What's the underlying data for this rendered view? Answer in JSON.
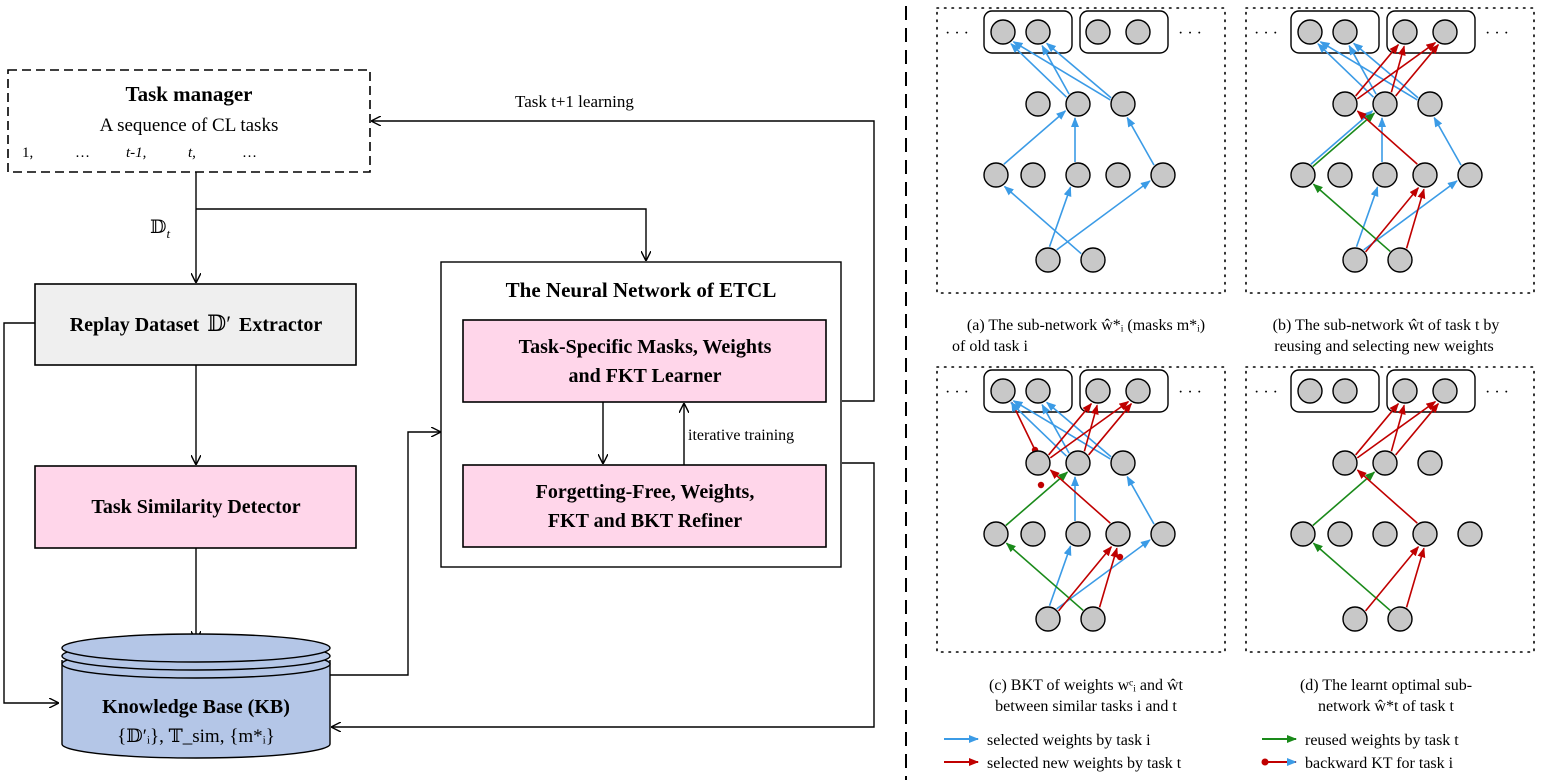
{
  "left": {
    "task_manager": {
      "title": "Task manager",
      "subtitle": "A sequence of CL tasks",
      "seq": [
        "1,",
        "…",
        "t-1,",
        "t,",
        "…"
      ]
    },
    "feedback_label": "Task t+1 learning",
    "data_label": "𝔻",
    "data_label_sub": "t",
    "replay": {
      "label_a": "Replay Dataset",
      "symbol": "𝔻′",
      "label_b": "Extractor"
    },
    "similarity": {
      "label": "Task Similarity Detector"
    },
    "kb": {
      "title": "Knowledge Base (KB)",
      "contents": "{𝔻′ᵢ},  𝕋_sim,  {m*ᵢ}"
    },
    "network": {
      "title": "The Neural Network of ETCL",
      "learner": [
        "Task-Specific Masks, Weights",
        "and FKT Learner"
      ],
      "refiner": [
        "Forgetting-Free, Weights,",
        "FKT and BKT Refiner"
      ],
      "iterative": "iterative training"
    }
  },
  "right": {
    "panels": [
      {
        "id": "a",
        "caption": [
          "(a) The sub-network ŵ*ᵢ (masks m*ᵢ)",
          "of old task i"
        ]
      },
      {
        "id": "b",
        "caption": [
          "(b) The sub-network ŵt of task t by",
          "reusing and selecting new weights"
        ]
      },
      {
        "id": "c",
        "caption": [
          "(c) BKT of weights wᶜᵢ and ŵt",
          "between similar tasks i and t"
        ]
      },
      {
        "id": "d",
        "caption": [
          "(d) The learnt optimal sub-",
          "network ŵ*t of task t"
        ]
      }
    ],
    "ellipsis": "· · ·",
    "legend": [
      {
        "label": "selected weights by task i",
        "color": "#3b9be6",
        "kind": "arrow"
      },
      {
        "label": "selected new weights by task t",
        "color": "#c00000",
        "kind": "arrow"
      },
      {
        "label": "reused weights by task t",
        "color": "#1a8a1a",
        "kind": "arrow"
      },
      {
        "label": "backward KT for task i",
        "color": "#c00000",
        "kind": "dot-arrow"
      }
    ]
  },
  "colors": {
    "pink": "#ffd6ea",
    "gray_box": "#efefef",
    "kb_blue": "#b4c6e7",
    "node": "#c8c8c8",
    "blue": "#3b9be6",
    "red": "#c00000",
    "green": "#1a8a1a"
  }
}
